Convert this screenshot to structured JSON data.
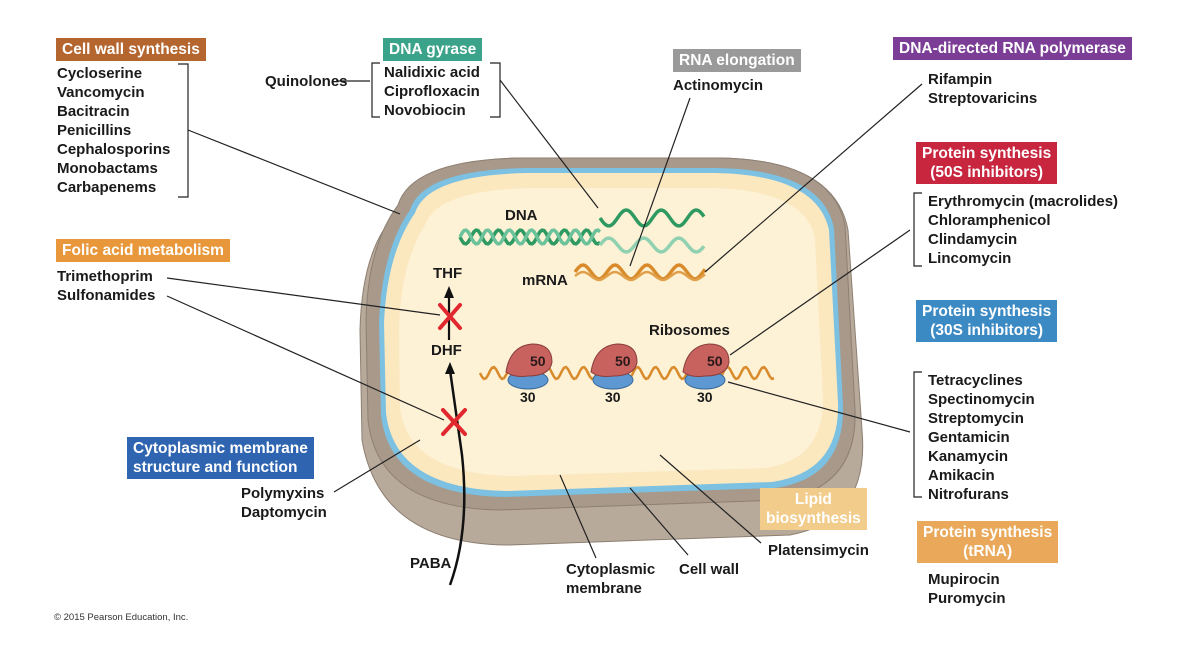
{
  "colors": {
    "cell_wall_synthesis": "#b5652e",
    "dna_gyrase": "#3aa38a",
    "rna_elongation": "#9a9a9a",
    "dna_directed_rna_polymerase": "#7b3d96",
    "protein_50s": "#c8263f",
    "protein_30s": "#3c8ac4",
    "folic_acid": "#e8973a",
    "cytoplasmic_membrane": "#2f64b0",
    "lipid_biosynthesis": "#f2cc8a",
    "protein_trna": "#e9a85a",
    "cell_wall_shell": "#a8998a",
    "membrane_blue": "#7cc0e2",
    "cytoplasm": "#fbe8bf",
    "dna_green": "#2e9a62",
    "mrna_orange": "#d98b2b",
    "ribosome_50": "#c8625f",
    "ribosome_30": "#5d98d3",
    "block_x": "#e0282e"
  },
  "groups": {
    "cell_wall": {
      "title": "Cell wall synthesis",
      "drugs": [
        "Cycloserine",
        "Vancomycin",
        "Bacitracin",
        "Penicillins",
        "Cephalosporins",
        "Monobactams",
        "Carbapenems"
      ]
    },
    "dna_gyrase": {
      "title": "DNA gyrase",
      "class_label": "Quinolones",
      "drugs": [
        "Nalidixic acid",
        "Ciprofloxacin",
        "Novobiocin"
      ]
    },
    "rna_elongation": {
      "title": "RNA elongation",
      "drugs": [
        "Actinomycin"
      ]
    },
    "rna_polymerase": {
      "title": "DNA-directed RNA polymerase",
      "drugs": [
        "Rifampin",
        "Streptovaricins"
      ]
    },
    "protein_50s": {
      "title_line1": "Protein synthesis",
      "title_line2": "(50S inhibitors)",
      "drugs": [
        "Erythromycin (macrolides)",
        "Chloramphenicol",
        "Clindamycin",
        "Lincomycin"
      ]
    },
    "protein_30s": {
      "title_line1": "Protein synthesis",
      "title_line2": "(30S inhibitors)",
      "drugs": [
        "Tetracyclines",
        "Spectinomycin",
        "Streptomycin",
        "Gentamicin",
        "Kanamycin",
        "Amikacin",
        "Nitrofurans"
      ]
    },
    "folic_acid": {
      "title": "Folic acid metabolism",
      "drugs": [
        "Trimethoprim",
        "Sulfonamides"
      ]
    },
    "membrane": {
      "title_line1": "Cytoplasmic membrane",
      "title_line2": "structure and function",
      "drugs": [
        "Polymyxins",
        "Daptomycin"
      ]
    },
    "lipid": {
      "title_line1": "Lipid",
      "title_line2": "biosynthesis",
      "drugs": [
        "Platensimycin"
      ]
    },
    "protein_trna": {
      "title_line1": "Protein synthesis",
      "title_line2": "(tRNA)",
      "drugs": [
        "Mupirocin",
        "Puromycin"
      ]
    }
  },
  "cell_labels": {
    "dna": "DNA",
    "mrna": "mRNA",
    "thf": "THF",
    "dhf": "DHF",
    "paba": "PABA",
    "ribosomes": "Ribosomes",
    "subunit_large": "50",
    "subunit_small": "30",
    "cytoplasmic_membrane_line1": "Cytoplasmic",
    "cytoplasmic_membrane_line2": "membrane",
    "cell_wall": "Cell wall"
  },
  "footer": {
    "copyright": "© 2015 Pearson Education, Inc."
  }
}
